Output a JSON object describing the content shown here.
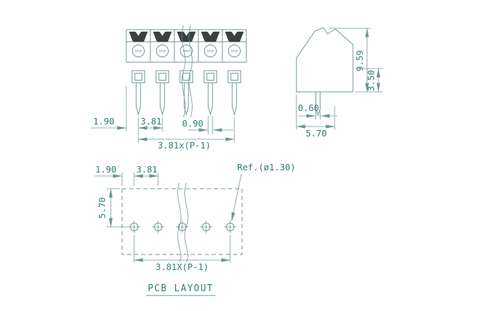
{
  "colors": {
    "line": "#6e9696",
    "dark": "#37423f",
    "text": "#2f7e76",
    "background": "#ffffff"
  },
  "front_view": {
    "dim_edge_offset": "1.90",
    "dim_pitch": "3.81",
    "dim_pin_width": "0.90",
    "dim_span": "3.81x(P-1)"
  },
  "side_view": {
    "dim_height": "9.59",
    "dim_pin_length": "3.50",
    "dim_pin_thickness": "0.60",
    "dim_depth": "5.70"
  },
  "pcb_layout": {
    "dim_edge_offset": "1.90",
    "dim_pitch": "3.81",
    "dim_row_offset": "5.70",
    "hole_ref": "Ref.(ø1.30)",
    "dim_span": "3.81X(P-1)",
    "caption": "PCB LAYOUT"
  }
}
